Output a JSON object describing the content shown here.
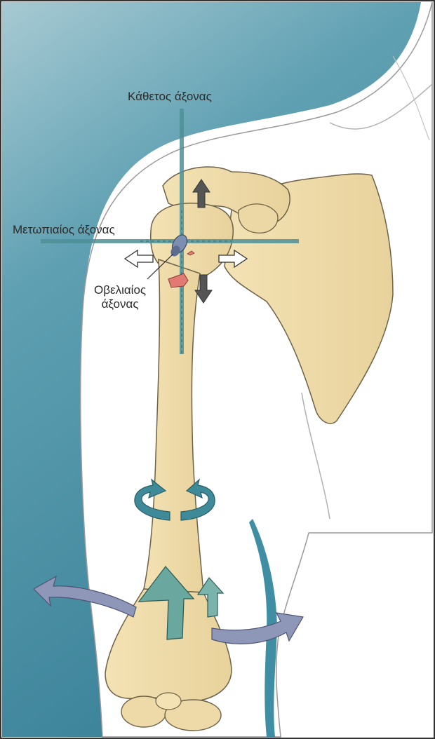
{
  "labels": {
    "vertical_axis": "Κάθετος άξονας",
    "frontal_axis": "Μετωπιαίος άξονας",
    "sagittal_axis_line1": "Οβελιαίος",
    "sagittal_axis_line2": "άξονας"
  },
  "colors": {
    "background_teal": "#3f8ea3",
    "background_teal_light": "#9cc3cd",
    "skin": "#ffffff",
    "bone": "#f0dca8",
    "bone_outline": "#6d6248",
    "axis_teal": "#4d8f96",
    "rotation_arrow": "#3f8a99",
    "abduction_arrow": "#8f97b8",
    "flexion_arrow": "#6aa79f",
    "translation_arrow": "#555555",
    "marker_red": "#e07a72"
  },
  "icons": {
    "up_arrow": "arrow-up-icon",
    "down_arrow": "arrow-down-icon",
    "left_arrow": "arrow-left-icon",
    "right_arrow": "arrow-right-icon",
    "rotation": "rotation-arrow-icon",
    "curved_left": "curved-arrow-left-icon",
    "curved_right": "curved-arrow-right-icon",
    "flexion": "flexion-arrow-icon"
  }
}
